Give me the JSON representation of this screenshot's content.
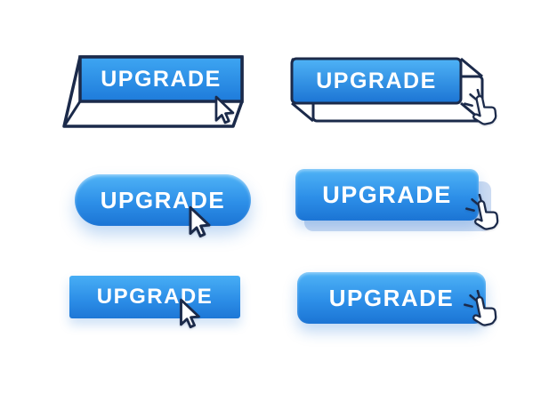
{
  "canvas": {
    "background": "#FFFFFF"
  },
  "palette": {
    "button_blue_light": "#4FB3F6",
    "button_blue": "#2D8FE8",
    "button_blue_dark": "#1B74D4",
    "outline_navy": "#1B2A4A",
    "base_plate_blue": "#CDDCF2",
    "label_text": "#FFFFFF"
  },
  "icons": {
    "arrow_cursor": "arrow-cursor-icon",
    "hand_cursor": "hand-click-cursor-icon",
    "click_spark": "click-spark-icon"
  },
  "buttons": [
    {
      "label": "UPGRADE",
      "style": "3d-bevel-outline",
      "cursor": "arrow"
    },
    {
      "label": "UPGRADE",
      "style": "3d-perspective-wireframe",
      "cursor": "hand-click"
    },
    {
      "label": "UPGRADE",
      "style": "rounded-pill",
      "cursor": "arrow"
    },
    {
      "label": "UPGRADE",
      "style": "raised-with-base-plate",
      "cursor": "hand-click"
    },
    {
      "label": "UPGRADE",
      "style": "flat-rectangle",
      "cursor": "arrow"
    },
    {
      "label": "UPGRADE",
      "style": "rounded-rectangle",
      "cursor": "hand-click"
    }
  ]
}
